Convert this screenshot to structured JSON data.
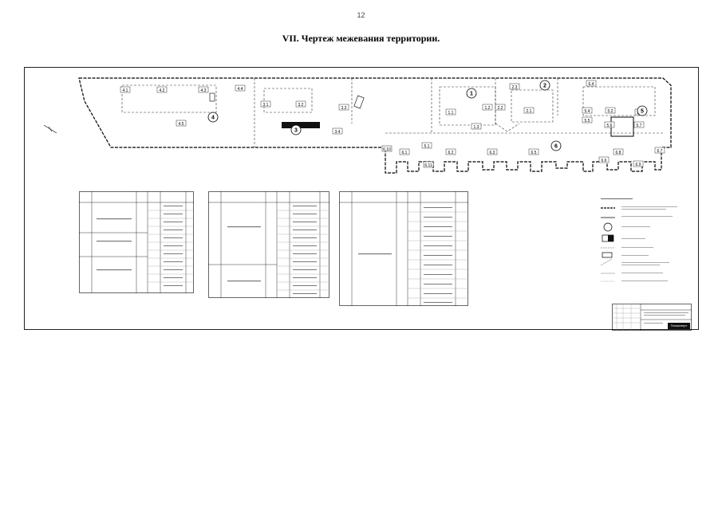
{
  "page": {
    "number": "12",
    "title": "VII. Чертеж межевания территории."
  },
  "plan": {
    "lot_labels": [
      "4.1",
      "4.2",
      "4.3",
      "4.4",
      "4.5",
      "3.1",
      "3.2",
      "3.3",
      "3.4",
      "1.1",
      "1.2",
      "1.3",
      "2.1",
      "2.2",
      "2.3",
      "6.4",
      "6.7",
      "6.1",
      "6.2",
      "6.3",
      "6.5",
      "6.6",
      "6.8",
      "6.9",
      "6.10",
      "6.11",
      "5.1",
      "5.2",
      "5.3",
      "5.4",
      "5.5",
      "5.6",
      "5.7"
    ],
    "zone_numbers": [
      "1",
      "2",
      "3",
      "4",
      "5",
      "6"
    ]
  },
  "stamp": {
    "mark": "Геоэксперт"
  }
}
